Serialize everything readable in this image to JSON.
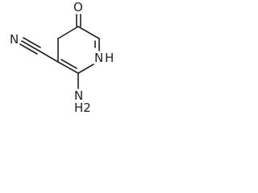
{
  "molecule": {
    "atoms": {
      "oxygen": "O",
      "ring_nitrogen": "N",
      "ring_hydrogen": "H",
      "nitrile_nitrogen": "N",
      "amino_nitrogen": "N",
      "amino_hydrogens": "H2"
    }
  },
  "colors": {
    "ink": "#222222",
    "background": "#ffffff"
  }
}
